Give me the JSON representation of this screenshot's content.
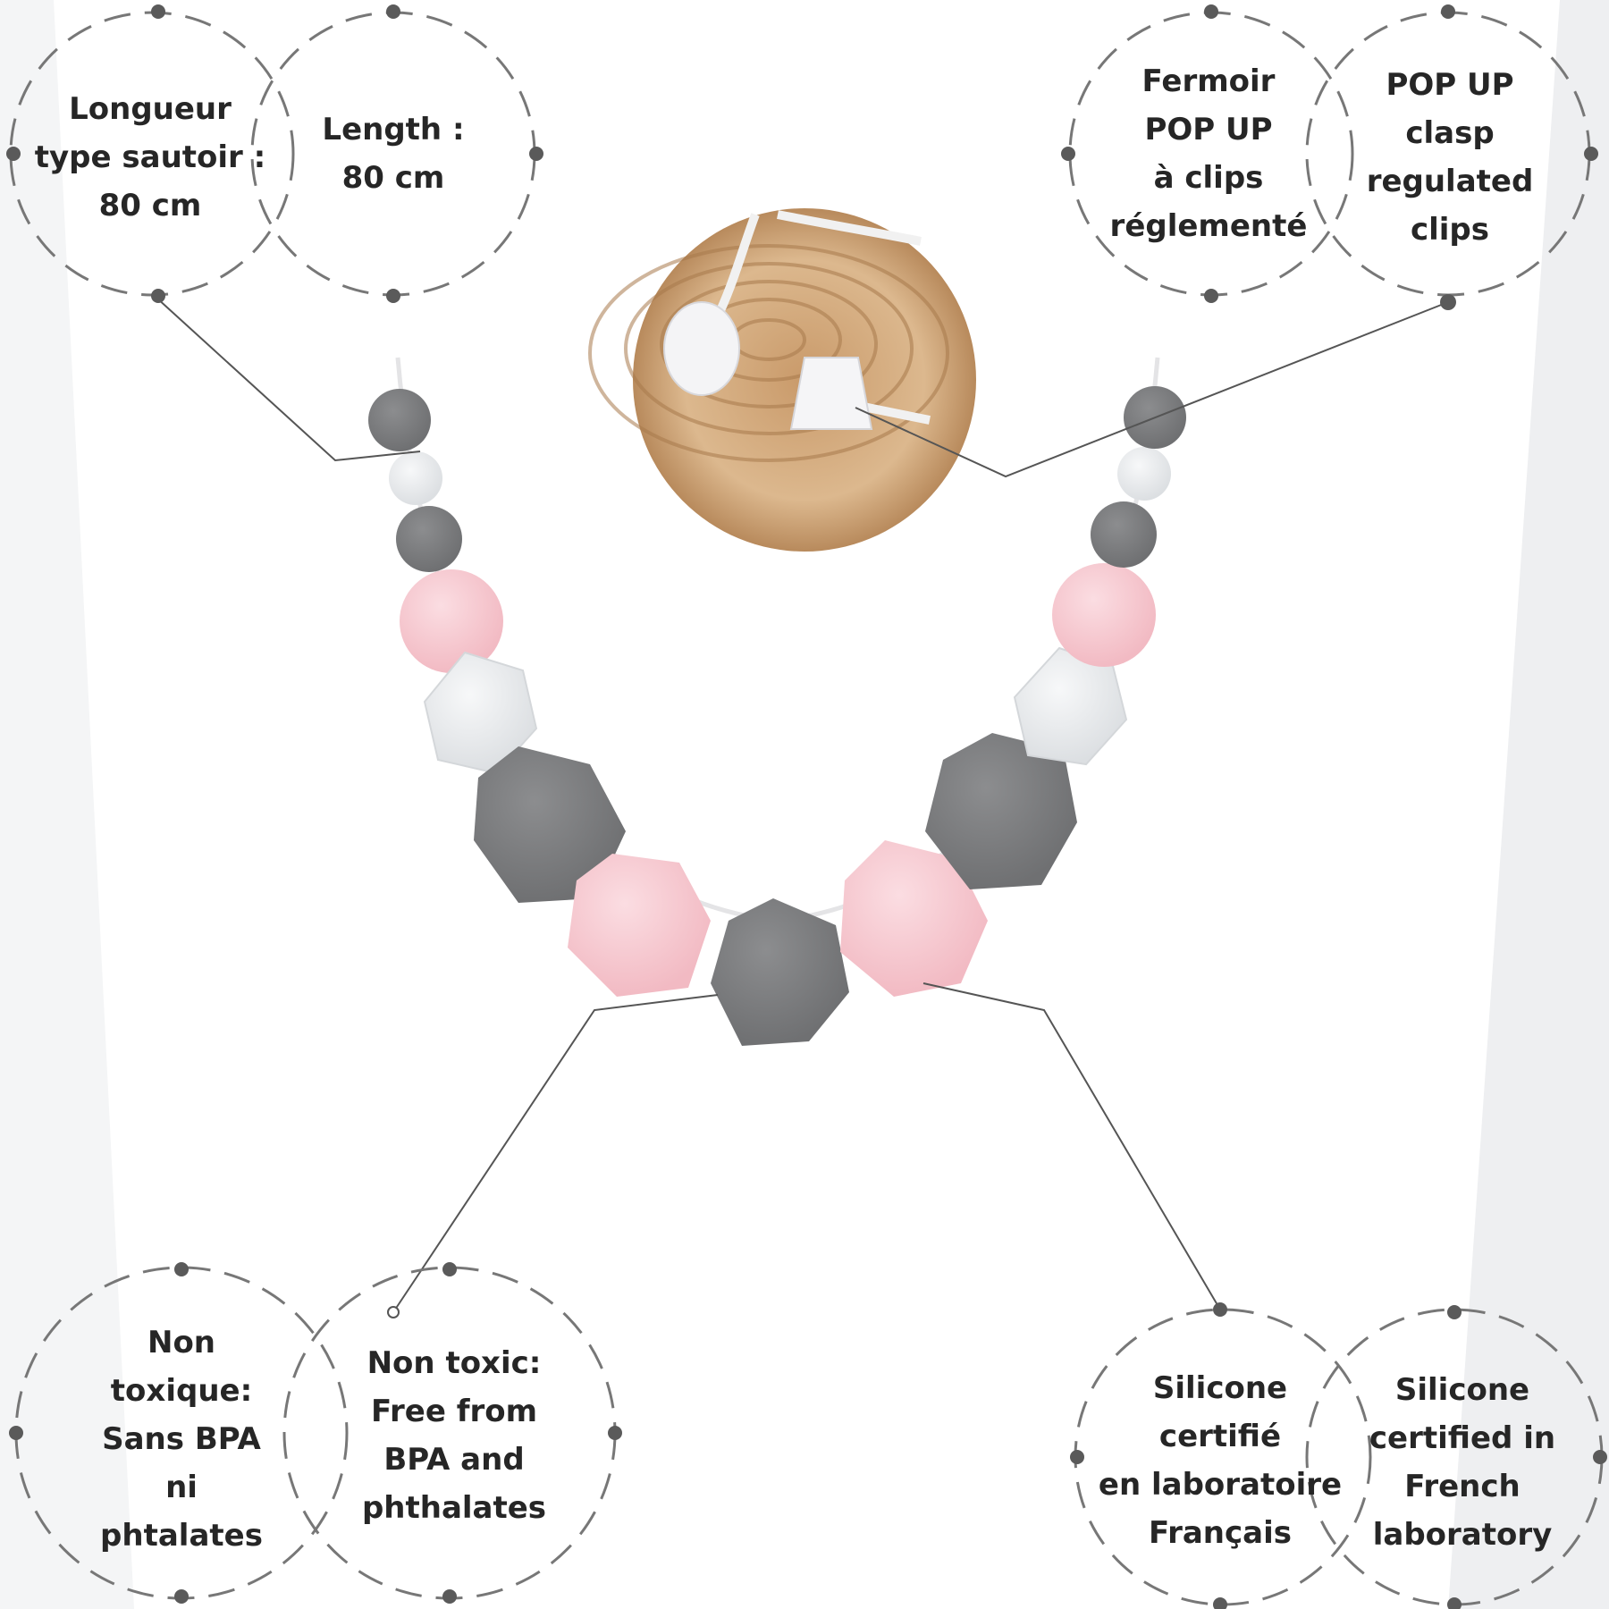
{
  "colors": {
    "background": "#ffffff",
    "outline": "#777777",
    "dot": "#5a5a5a",
    "text": "#262626",
    "bead_grey": "#7d7e80",
    "bead_pink": "#f6c7ce",
    "bead_marble": "#eceef0",
    "wood": "#d9b58c"
  },
  "bubbles": {
    "length_fr": "Longueur\ntype sautoir :\n80 cm",
    "length_en": "Length :\n80 cm",
    "clasp_fr": "Fermoir\nPOP UP\nà clips\nréglementé",
    "clasp_en": "POP UP\nclasp\nregulated\nclips",
    "toxic_fr": "Non\ntoxique:\nSans BPA\nni\nphtalates",
    "toxic_en": "Non toxic:\nFree from\nBPA and\nphthalates",
    "silicone_fr": "Silicone\ncertifié\nen laboratoire\nFrançais",
    "silicone_en": "Silicone\ncertified in\nFrench\nlaboratory"
  }
}
